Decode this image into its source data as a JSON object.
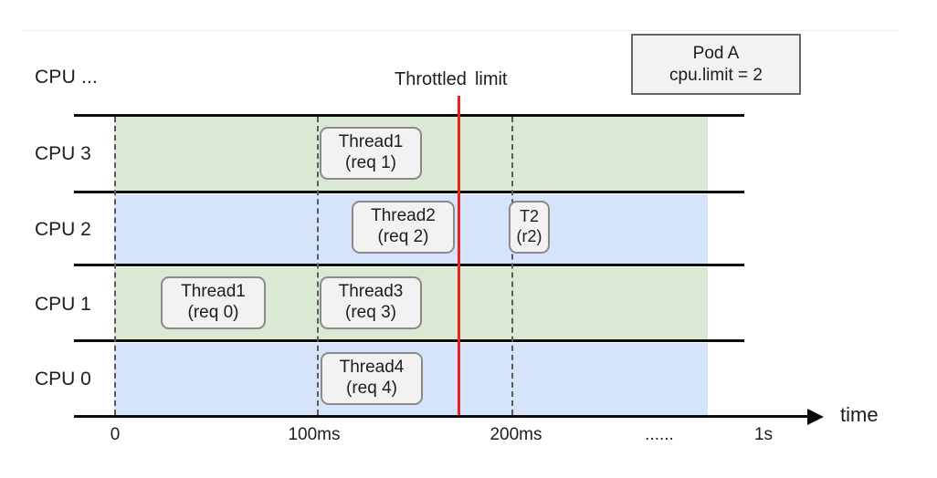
{
  "diagram": {
    "title_hint": "CPU scheduling / CFS throttling timeline",
    "header": {
      "cpu_ellipsis": "CPU ...",
      "throttle_word_1": "Throttled",
      "throttle_word_2": "limit"
    },
    "pod_box": {
      "name": "Pod A",
      "limit": "cpu.limit = 2"
    },
    "colors": {
      "green_band": "#dae8d4",
      "blue_band": "#d6e4fb",
      "throttle_line": "#e8241f",
      "rule": "#0c0c0c",
      "box_fill": "#f2f2f2",
      "box_border": "#8a8a8a"
    },
    "rows": [
      {
        "label": "CPU 3",
        "band_color_name": "green",
        "blocks": [
          {
            "line1": "Thread1",
            "line2": "(req 1)"
          }
        ]
      },
      {
        "label": "CPU 2",
        "band_color_name": "blue",
        "blocks": [
          {
            "line1": "Thread2",
            "line2": "(req 2)"
          },
          {
            "line1": "T2",
            "line2": "(r2)"
          }
        ]
      },
      {
        "label": "CPU 1",
        "band_color_name": "green",
        "blocks": [
          {
            "line1": "Thread1",
            "line2": "(req 0)"
          },
          {
            "line1": "Thread3",
            "line2": "(req 3)"
          }
        ]
      },
      {
        "label": "CPU 0",
        "band_color_name": "blue",
        "blocks": [
          {
            "line1": "Thread4",
            "line2": "(req 4)"
          }
        ]
      }
    ],
    "axis": {
      "name": "time",
      "ticks": [
        "0",
        "100ms",
        "200ms",
        "......",
        "1s"
      ]
    }
  }
}
